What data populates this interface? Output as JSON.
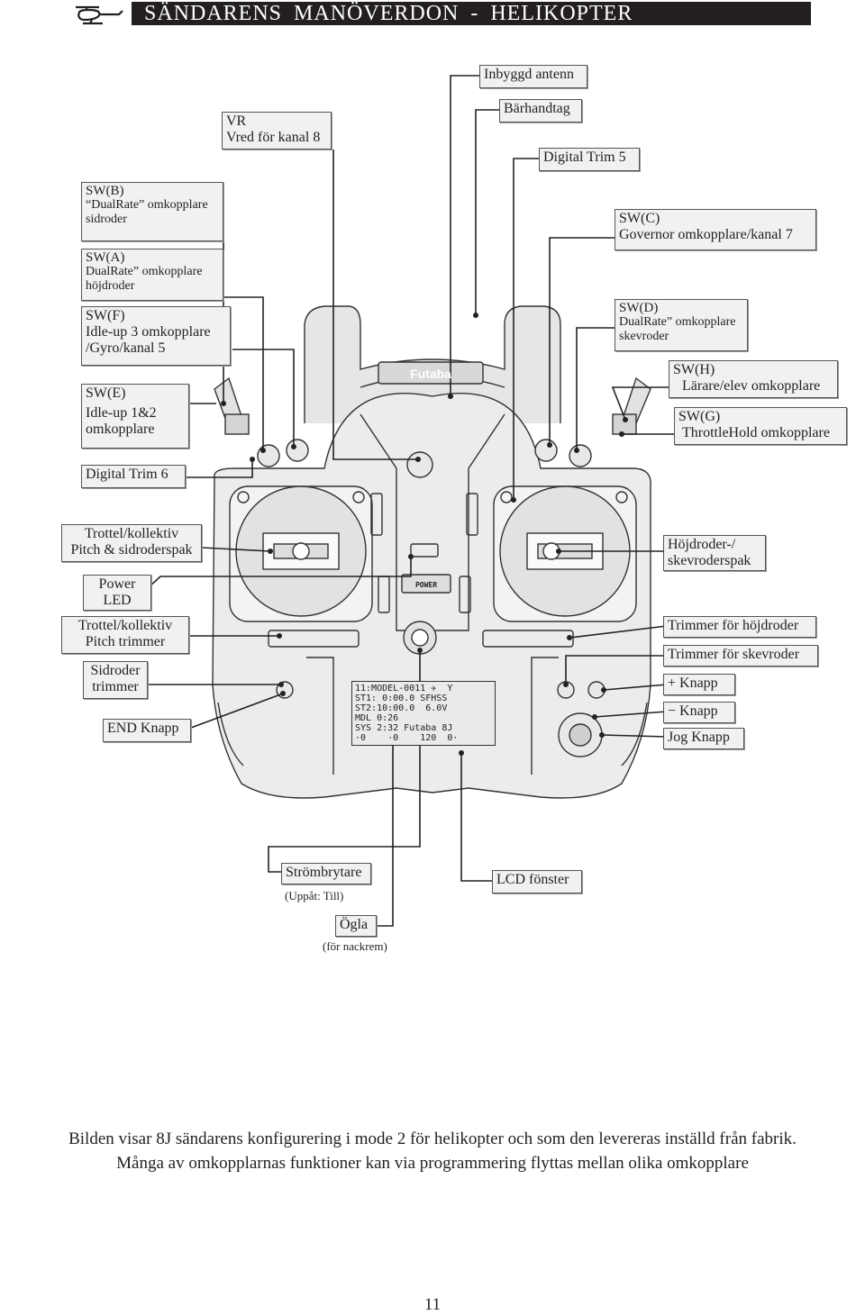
{
  "header": {
    "title": "SÄNDARENS  MANÖVERDON  -  HELIKOPTER"
  },
  "left_labels": {
    "sw_b": {
      "title": "SW(B)",
      "desc1": "“DualRate” omkopplare",
      "desc2": "sidroder"
    },
    "sw_a": {
      "title": "SW(A)",
      "desc1": "DualRate” omkopplare",
      "desc2": "höjdroder"
    },
    "sw_f": {
      "title": "SW(F)",
      "desc1": "Idle-up 3 omkopplare",
      "desc2": "/Gyro/kanal 5"
    },
    "sw_e": {
      "title": "SW(E)",
      "desc1": "Idle-up 1&2",
      "desc2": "omkopplare"
    },
    "digital_trim_6": "Digital Trim 6",
    "throttle_stick": {
      "line1": "Trottel/kollektiv",
      "line2": "Pitch & sidroderspak"
    },
    "power_led": {
      "line1": "Power",
      "line2": "LED"
    },
    "throttle_trim": {
      "line1": "Trottel/kollektiv",
      "line2": "Pitch trimmer"
    },
    "rudder_trim": {
      "line1": "Sidroder",
      "line2": "trimmer"
    },
    "end_button": "END Knapp"
  },
  "top_labels": {
    "vr": {
      "line1": "VR",
      "line2": "Vred för kanal 8"
    },
    "antenna": "Inbyggd antenn",
    "handle": "Bärhandtag",
    "digital_trim_5": "Digital Trim 5"
  },
  "right_labels": {
    "sw_c": {
      "title": "SW(C)",
      "desc": "Governor omkopplare/kanal 7"
    },
    "sw_d": {
      "title": "SW(D)",
      "desc1": "DualRate” omkopplare",
      "desc2": "skevroder"
    },
    "sw_h": {
      "title": "SW(H)",
      "desc": "Lärare/elev omkopplare"
    },
    "sw_g": {
      "title": "SW(G)",
      "desc": "ThrottleHold omkopplare"
    },
    "elevator_stick": {
      "line1": "Höjdroder-/",
      "line2": "skevroderspak"
    },
    "elevator_trim": "Trimmer för höjdroder",
    "aileron_trim": "Trimmer för skevroder",
    "plus_button": "+ Knapp",
    "minus_button": "− Knapp",
    "jog_button": "Jog Knapp"
  },
  "bottom_labels": {
    "power_switch": "Strömbrytare",
    "power_switch_note": "(Uppåt: Till)",
    "lcd_window": "LCD fönster",
    "hook": "Ögla",
    "hook_note": "(för nackrem)"
  },
  "transmitter": {
    "brand": "Futaba",
    "power_text": "POWER",
    "lcd_lines": [
      "11:MODEL-0011 ✈  Y",
      "ST1: 0:00.0 SFHSS",
      "ST2:10:00.0  6.0V",
      "MDL 0:26",
      "SYS 2:32 Futaba 8J",
      "·0    ·0    120  0·"
    ]
  },
  "caption": {
    "line1": "Bilden visar 8J sändarens konfigurering i mode 2 för helikopter och som den levereras inställd från fabrik.",
    "line2": "Många av omkopplarnas funktioner kan via programmering flyttas mellan olika omkopplare"
  },
  "page_number": "11"
}
